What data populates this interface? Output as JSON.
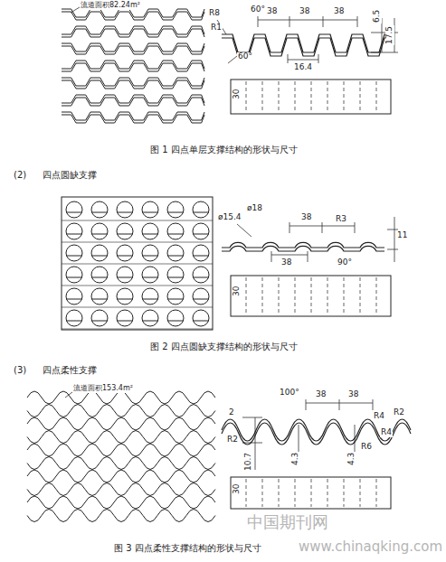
{
  "diagram": {
    "labels": [
      "流道面积82.24m²",
      "R8",
      "R1",
      "60°",
      "60°",
      "38",
      "38",
      "38",
      "6.5",
      "17.5",
      "16.4",
      "30",
      "图 1 四点单层支撑结构的形状与尺寸",
      "(2)",
      "四点圆缺支撑",
      "ø15.4",
      "ø18",
      "38",
      "38",
      "R3",
      "90°",
      "11",
      "30",
      "图 2 四点圆缺支撑结构的形状与尺寸",
      "(3)",
      "四点柔性支撑",
      "流道面积153.4m²",
      "100°",
      "38",
      "38",
      "R4",
      "R2",
      "2",
      "R2",
      "R6",
      "R4",
      "10.7",
      "4.3",
      "4.3",
      "30",
      "中国期刊网",
      "图 3 四点柔性支撑结构的形状与尺寸",
      "www.chinaqking.com"
    ]
  }
}
